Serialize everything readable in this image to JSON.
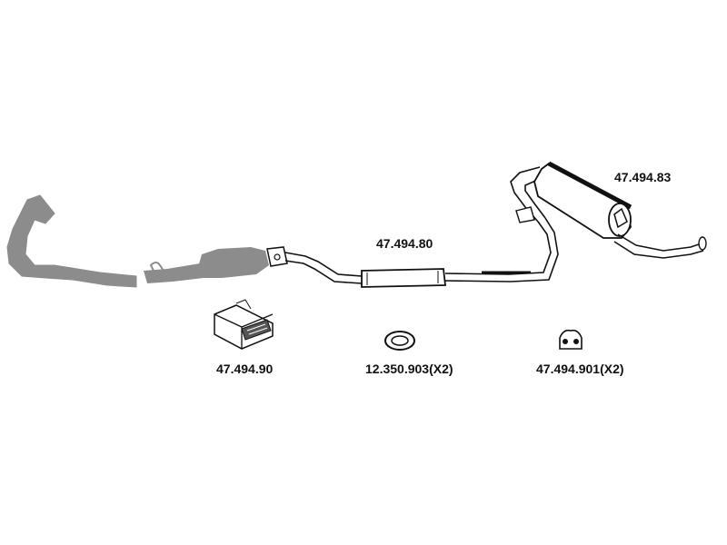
{
  "parts": [
    {
      "id": "rear-muffler",
      "label": "47.494.83"
    },
    {
      "id": "middle-silencer",
      "label": "47.494.80"
    },
    {
      "id": "mounting-kit",
      "label": "47.494.90"
    },
    {
      "id": "sealing-ring",
      "label": "12.350.903(X2)"
    },
    {
      "id": "rubber-hanger",
      "label": "47.494.901(X2)"
    }
  ],
  "colors": {
    "stroke": "#111111",
    "grey_parts": "#8c8c8c",
    "background": "#ffffff"
  }
}
